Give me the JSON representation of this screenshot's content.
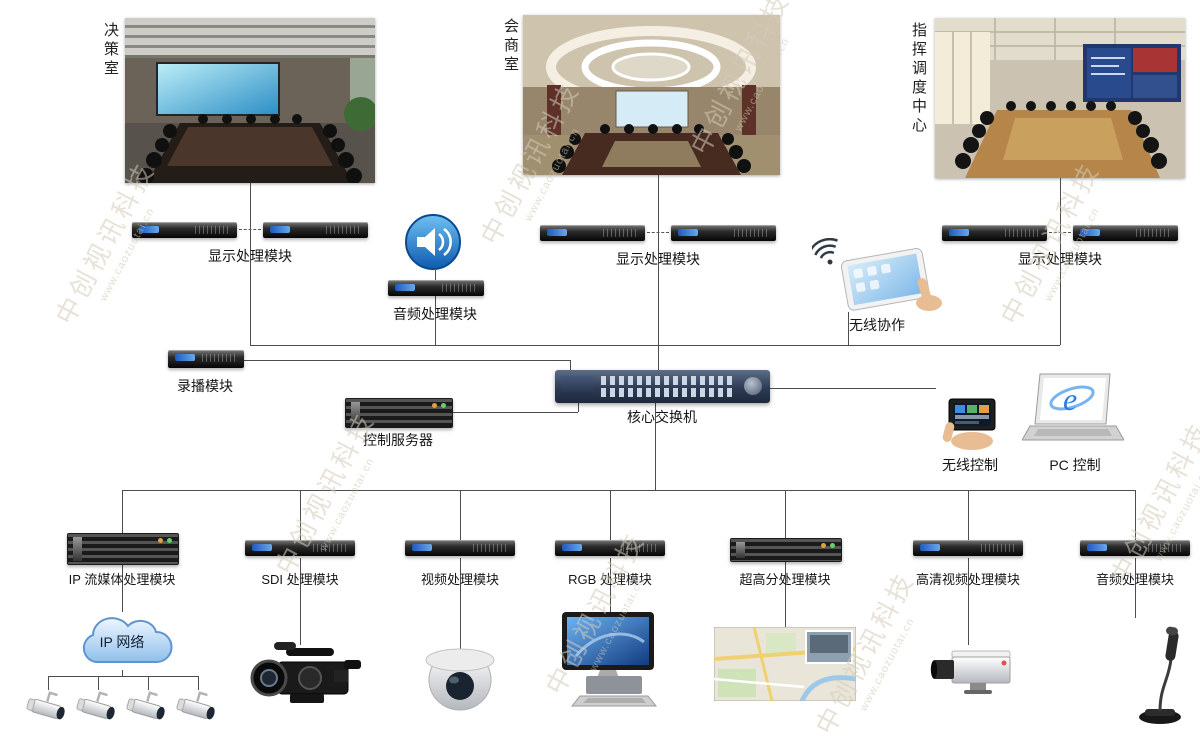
{
  "watermark": {
    "text": "中创视讯科技",
    "url": "www.caozuotai.cn"
  },
  "rooms": [
    {
      "label": "决策室"
    },
    {
      "label": "会商室"
    },
    {
      "label": "指挥调度中心"
    }
  ],
  "mid": {
    "display_module": "显示处理模块",
    "audio_module": "音频处理模块",
    "wireless_collab": "无线协作",
    "recording_module": "录播模块",
    "control_server": "控制服务器",
    "core_switch": "核心交换机",
    "wireless_control": "无线控制",
    "pc_control": "PC 控制"
  },
  "bottom_modules": [
    {
      "label": "IP 流媒体处理模块"
    },
    {
      "label": "SDI 处理模块"
    },
    {
      "label": "视频处理模块"
    },
    {
      "label": "RGB 处理模块"
    },
    {
      "label": "超高分处理模块"
    },
    {
      "label": "高清视频处理模块"
    },
    {
      "label": "音频处理模块"
    }
  ],
  "cloud": {
    "label": "IP 网络"
  },
  "icons": {
    "ie_letter": "e"
  }
}
